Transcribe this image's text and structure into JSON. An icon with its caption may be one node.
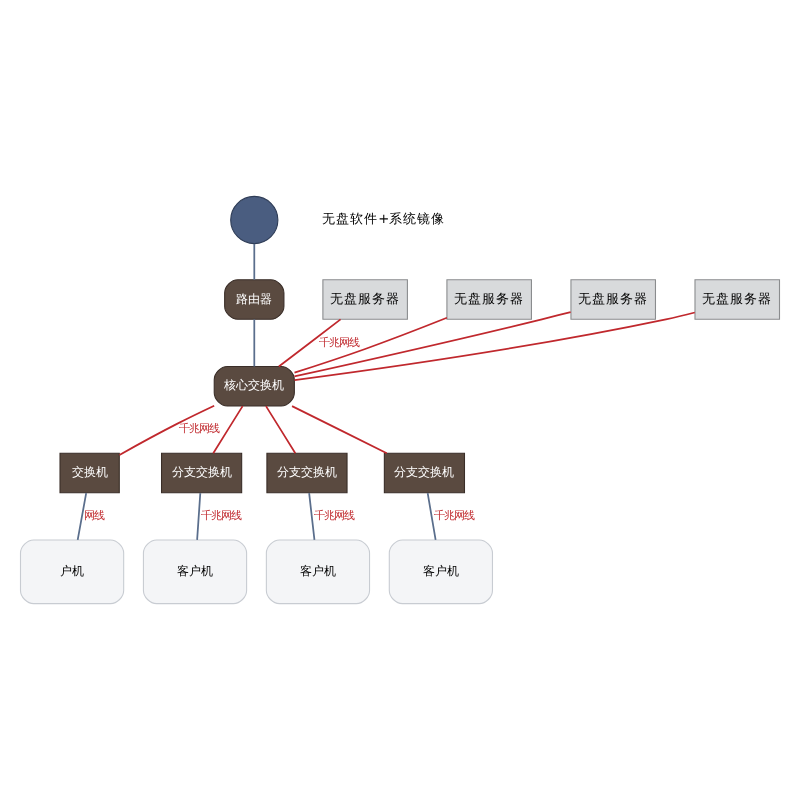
{
  "diagram": {
    "nodes": [
      {
        "text": [],
        "shape": "circle"
      },
      {
        "text": [
          "路由器"
        ]
      },
      {
        "text": [
          "核心交换机"
        ]
      },
      {
        "text": [
          "无盘服务器"
        ]
      },
      {
        "text": [
          "无盘服务器"
        ]
      },
      {
        "text": [
          "无盘服务器"
        ]
      },
      {
        "text": [
          "无盘服务器"
        ]
      },
      {
        "text": [
          "交换机"
        ]
      },
      {
        "text": [
          "分支交换机"
        ]
      },
      {
        "text": [
          "分支交换机"
        ]
      },
      {
        "text": [
          "分支交换机"
        ]
      },
      {
        "text": [
          "户机"
        ]
      },
      {
        "text": [
          "客户机"
        ]
      },
      {
        "text": [
          "客户机"
        ]
      },
      {
        "text": [
          "客户机"
        ]
      }
    ],
    "edges": [
      {
        "from": 0,
        "to": 1,
        "arrow": "none",
        "color": "#5a6e8c"
      },
      {
        "from": 1,
        "to": 2,
        "arrow": "none",
        "color": "#5a6e8c"
      },
      {
        "from": 2,
        "to": 3,
        "arrow": "none",
        "label": "千兆网线"
      },
      {
        "from": 2,
        "to": 4,
        "arrow": "none"
      },
      {
        "from": 2,
        "to": 5,
        "arrow": "none"
      },
      {
        "from": 2,
        "to": 6,
        "arrow": "none"
      },
      {
        "from": 2,
        "to": 7,
        "arrow": "none",
        "label": "千兆网线"
      },
      {
        "from": 2,
        "to": 8,
        "arrow": "none"
      },
      {
        "from": 2,
        "to": 9,
        "arrow": "none"
      },
      {
        "from": 2,
        "to": 10,
        "arrow": "none"
      },
      {
        "from": 7,
        "to": 11,
        "arrow": "none",
        "label": "网线",
        "color": "#5a6e8c"
      },
      {
        "from": 8,
        "to": 12,
        "arrow": "none",
        "label": "千兆网线",
        "color": "#5a6e8c"
      },
      {
        "from": 9,
        "to": 13,
        "arrow": "none",
        "label": "千兆网线",
        "color": "#5a6e8c"
      },
      {
        "from": 10,
        "to": 14,
        "arrow": "none",
        "label": "千兆网线",
        "color": "#5a6e8c"
      }
    ],
    "labels": [
      "无盘软件+系统镜像"
    ]
  }
}
